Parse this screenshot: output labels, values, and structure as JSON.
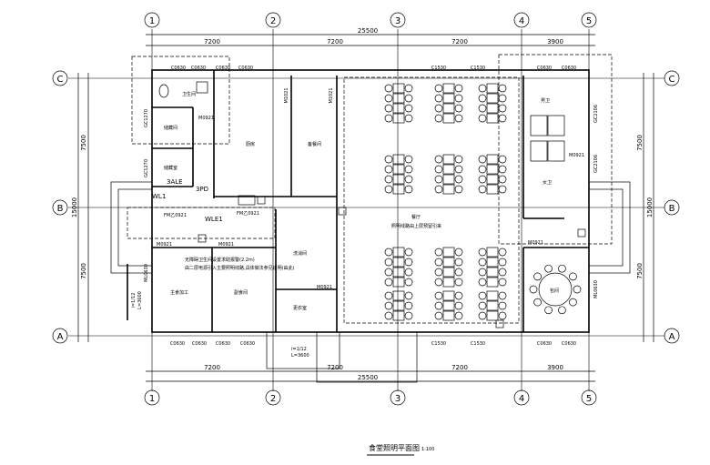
{
  "title": "食堂照明平面图",
  "scale": "1:100",
  "grid": {
    "columns": [
      "1",
      "2",
      "3",
      "4",
      "5"
    ],
    "rows": [
      "C",
      "B",
      "A"
    ]
  },
  "dimensions": {
    "top_segments": [
      "7200",
      "7200",
      "7200",
      "3900"
    ],
    "top_total": "25500",
    "bottom_segments": [
      "7200",
      "7200",
      "7200",
      "3900"
    ],
    "bottom_total": "25500",
    "left_segments": [
      "7500",
      "7500"
    ],
    "left_total": "15000",
    "right_segments": [
      "7500",
      "7500"
    ],
    "right_total": "15000"
  },
  "windows": {
    "c0630": "C0630",
    "c1530": "C1530",
    "gc2106": "GC2106",
    "gc1270": "GC1270",
    "ml0630": "ML0630"
  },
  "doors": {
    "m0921": "M0921",
    "fm0921": "FM乙0921",
    "m1021": "M1021"
  },
  "panels": {
    "ale": "3ALE",
    "pd": "3PD",
    "wle1": "WLE1",
    "wl1": "WL1"
  },
  "rooms": {
    "toilet_left": "卫生间",
    "store1": "储藏间",
    "store2": "储藏室",
    "kitchen": "厨房",
    "prep": "备餐间",
    "main_op": "主食加工",
    "side_op": "副食间",
    "wash": "洗消间",
    "fridge": "更衣室",
    "hall": "餐厅",
    "hall_note": "照明线路由上层预留引来",
    "toilet_m": "男卫",
    "toilet_f": "女卫",
    "private": "包间"
  },
  "notes": {
    "line1": "无障碍卫生间设置求助报警(2.2m)",
    "line2": "由二层电源引入主要照明线路,具体做法参见说明(由此)",
    "ramp1": "i=1/12",
    "ramp2": "L=3600"
  }
}
